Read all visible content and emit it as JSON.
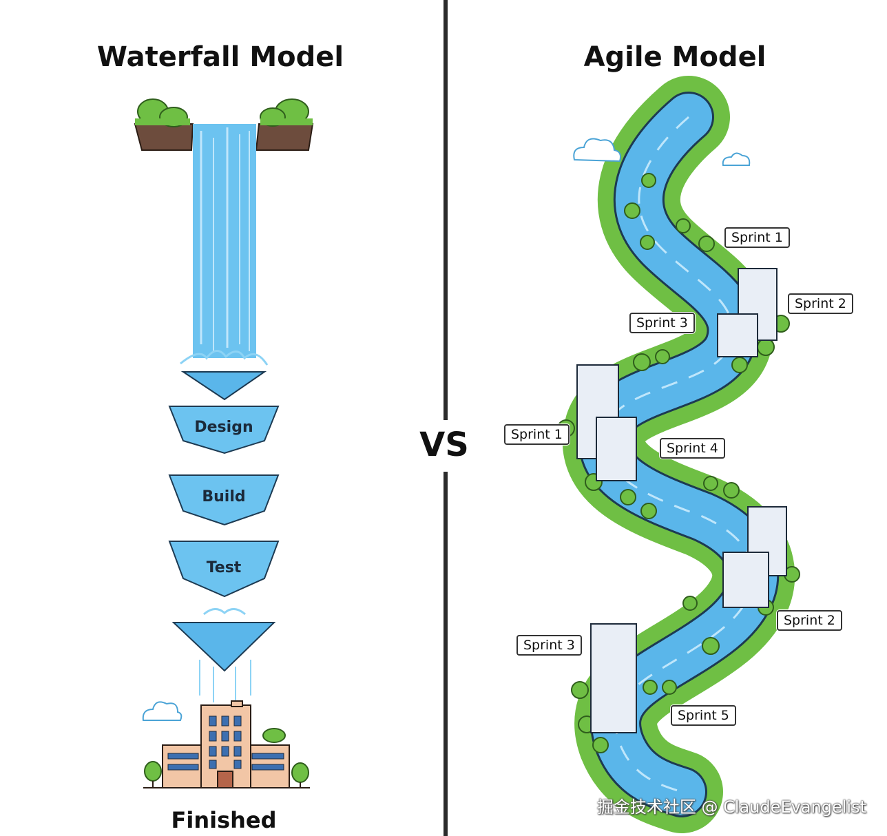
{
  "waterfall": {
    "title": "Waterfall Model",
    "stages": [
      "Design",
      "Build",
      "Test"
    ],
    "finished_label": "Finished"
  },
  "vs_label": "VS",
  "agile": {
    "title": "Agile Model",
    "sprints": [
      "Sprint 1",
      "Sprint 2",
      "Sprint 3",
      "Sprint 1",
      "Sprint 4",
      "Sprint 2",
      "Sprint 3",
      "Sprint 5"
    ]
  },
  "watermark": "掘金技术社区 @ ClaudeEvangelist"
}
